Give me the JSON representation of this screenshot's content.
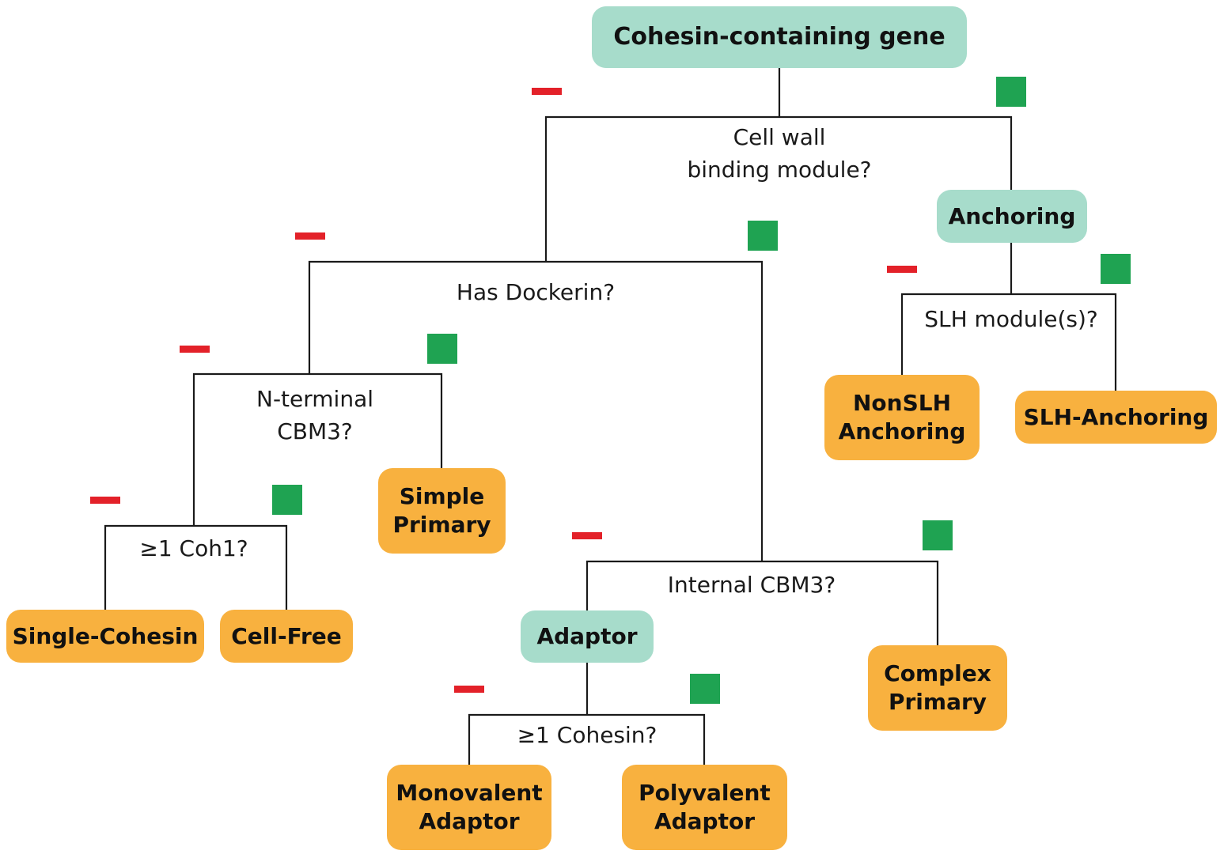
{
  "colors": {
    "category_fill": "#a7dccb",
    "leaf_fill": "#f8b13f",
    "minus": "#e32129",
    "plus": "#1fa352",
    "line": "#1a1a1a"
  },
  "nodes": {
    "root": "Cohesin-containing gene",
    "anchoring": "Anchoring",
    "nonslh_anchoring": "NonSLH\nAnchoring",
    "slh_anchoring": "SLH-Anchoring",
    "simple_primary": "Simple\nPrimary",
    "single_cohesin": "Single-Cohesin",
    "cell_free": "Cell-Free",
    "adaptor": "Adaptor",
    "complex_primary": "Complex\nPrimary",
    "monovalent_adaptor": "Monovalent\nAdaptor",
    "polyvalent_adaptor": "Polyvalent\nAdaptor"
  },
  "questions": {
    "cell_wall": "Cell wall\nbinding module?",
    "slh": "SLH module(s)?",
    "dockerin": "Has Dockerin?",
    "n_terminal": "N-terminal\nCBM3?",
    "coh1": "≥1 Coh1?",
    "internal": "Internal CBM3?",
    "cohesin": "≥1 Cohesin?"
  },
  "signs": {
    "negative": "minus",
    "positive": "plus"
  }
}
